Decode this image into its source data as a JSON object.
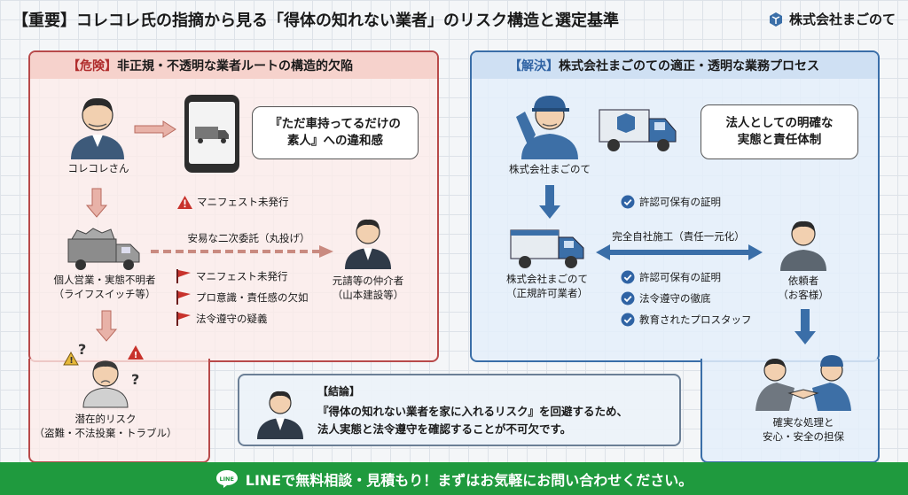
{
  "header": {
    "title": "【重要】コレコレ氏の指摘から見る「得体の知れない業者」のリスク構造と選定基準",
    "company": "株式会社まごのて"
  },
  "left_panel": {
    "heading_tag": "【危険】",
    "heading": "非正規・不透明な業者ルートの構造的欠陥",
    "person_label": "コレコレさん",
    "bubble_line1": "『ただ車持ってるだけの",
    "bubble_line2": "素人』への違和感",
    "warning_manifest": "マニフェスト未発行",
    "sole_label_1": "個人営業・実態不明者",
    "sole_label_2": "（ライフスイッチ等）",
    "subcontract_label": "安易な二次委託（丸投げ）",
    "broker_label_1": "元請等の仲介者",
    "broker_label_2": "（山本建設等）",
    "flags": [
      "マニフェスト未発行",
      "プロ意識・責任感の欠如",
      "法令遵守の疑義"
    ],
    "risk_label_1": "潜在的リスク",
    "risk_label_2": "（盗難・不法投棄・トラブル）"
  },
  "right_panel": {
    "heading_tag": "【解決】",
    "heading": "株式会社まごのての適正・透明な業務プロセス",
    "worker_label": "株式会社まごのて",
    "bubble_line1": "法人としての明確な",
    "bubble_line2": "実態と責任体制",
    "license_check": "許認可保有の証明",
    "company_label_1": "株式会社まごのて",
    "company_label_2": "（正規許可業者）",
    "flow_label": "完全自社施工（責任一元化）",
    "client_label_1": "依頼者",
    "client_label_2": "（お客様）",
    "checks": [
      "許認可保有の証明",
      "法令遵守の徹底",
      "教育されたプロスタッフ"
    ],
    "result_label_1": "確実な処理と",
    "result_label_2": "安心・安全の担保"
  },
  "conclusion": {
    "heading": "【結論】",
    "line1": "『得体の知れない業者を家に入れるリスク』を回避するため、",
    "line2": "法人実態と法令遵守を確認することが不可欠です。"
  },
  "footer": {
    "cta": "LINEで無料相談・見積もり！まずはお気軽にお問い合わせください。",
    "line_icon_text": "LINE"
  },
  "colors": {
    "danger": "#b84a4a",
    "solution": "#3a6ea8",
    "line_green": "#1f9a3e"
  }
}
